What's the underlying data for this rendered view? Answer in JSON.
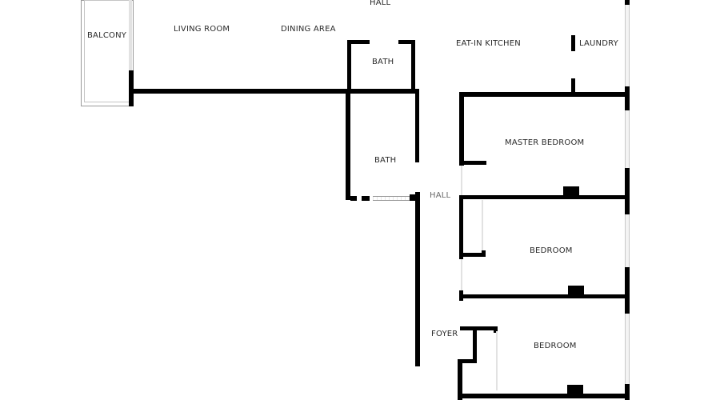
{
  "floor_plan": {
    "rooms": {
      "balcony": "BALCONY",
      "living_room": "LIVING ROOM",
      "dining_area": "DINING AREA",
      "hall_top": "HALL",
      "bath_upper": "BATH",
      "eat_in_kitchen": "EAT-IN KITCHEN",
      "laundry": "LAUNDRY",
      "bath_lower": "BATH",
      "hall_center": "HALL",
      "master_bedroom": "MASTER BEDROOM",
      "bedroom_1": "BEDROOM",
      "bedroom_2": "BEDROOM",
      "foyer": "FOYER"
    },
    "colors": {
      "wall": "#000000",
      "window": "#b5b5b5",
      "background": "#ffffff",
      "label": "#2a2a2a"
    }
  }
}
